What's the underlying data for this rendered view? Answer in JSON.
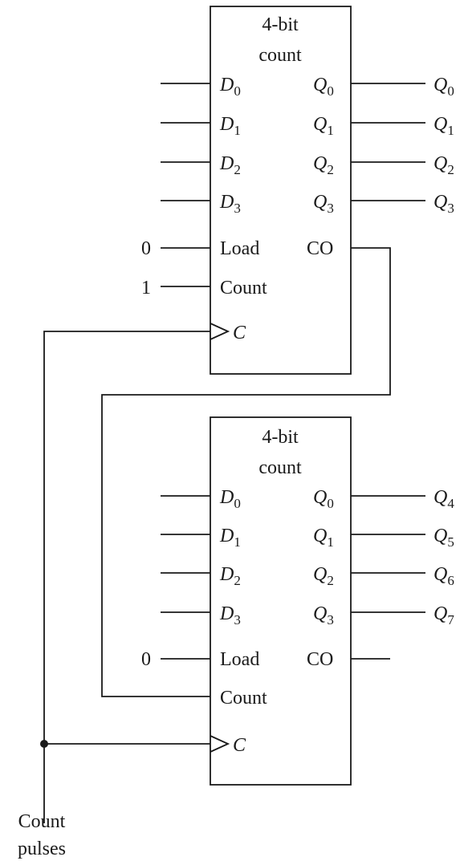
{
  "counters": [
    {
      "title_line1": "4-bit",
      "title_line2": "count",
      "inputs": [
        {
          "name": "D",
          "sub": "0"
        },
        {
          "name": "D",
          "sub": "1"
        },
        {
          "name": "D",
          "sub": "2"
        },
        {
          "name": "D",
          "sub": "3"
        }
      ],
      "outputs": [
        {
          "name": "Q",
          "sub": "0"
        },
        {
          "name": "Q",
          "sub": "1"
        },
        {
          "name": "Q",
          "sub": "2"
        },
        {
          "name": "Q",
          "sub": "3"
        }
      ],
      "external_outputs": [
        {
          "name": "Q",
          "sub": "0"
        },
        {
          "name": "Q",
          "sub": "1"
        },
        {
          "name": "Q",
          "sub": "2"
        },
        {
          "name": "Q",
          "sub": "3"
        }
      ],
      "load_label": "Load",
      "count_label": "Count",
      "carry_label": "CO",
      "clock_label": "C",
      "load_value": "0",
      "count_value": "1"
    },
    {
      "title_line1": "4-bit",
      "title_line2": "count",
      "inputs": [
        {
          "name": "D",
          "sub": "0"
        },
        {
          "name": "D",
          "sub": "1"
        },
        {
          "name": "D",
          "sub": "2"
        },
        {
          "name": "D",
          "sub": "3"
        }
      ],
      "outputs": [
        {
          "name": "Q",
          "sub": "0"
        },
        {
          "name": "Q",
          "sub": "1"
        },
        {
          "name": "Q",
          "sub": "2"
        },
        {
          "name": "Q",
          "sub": "3"
        }
      ],
      "external_outputs": [
        {
          "name": "Q",
          "sub": "4"
        },
        {
          "name": "Q",
          "sub": "5"
        },
        {
          "name": "Q",
          "sub": "6"
        },
        {
          "name": "Q",
          "sub": "7"
        }
      ],
      "load_label": "Load",
      "count_label": "Count",
      "carry_label": "CO",
      "clock_label": "C",
      "load_value": "0"
    }
  ],
  "clock_source_line1": "Count",
  "clock_source_line2": "pulses"
}
